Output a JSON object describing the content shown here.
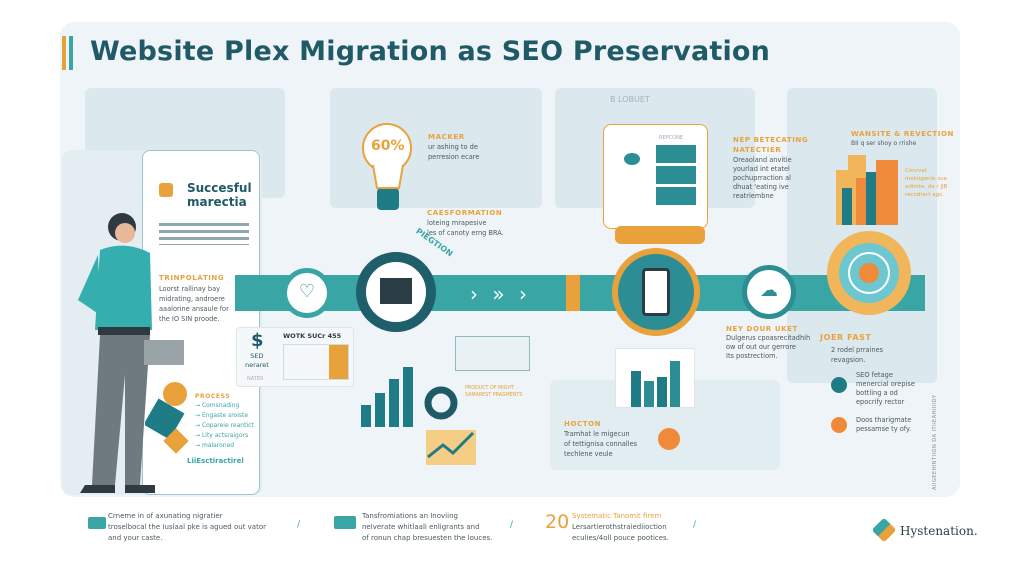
{
  "title": "Website Plex Migration as SEO Preservation",
  "colors": {
    "teal": "#3aa5a5",
    "dark_teal": "#1f5a66",
    "orange": "#e9a23b",
    "deep_orange": "#ee8a3a",
    "background": "#eef4f7"
  },
  "left_card": {
    "heading": [
      "Succesful",
      "marectia"
    ],
    "section_title": "TRINPOLATING",
    "section_text": [
      "Loorst rallinay bay",
      "midrating, androere",
      "aaalorine ansaule for",
      "the IO SIN proode."
    ],
    "process_title": "PROCESS",
    "process_items": [
      "Comsnading",
      "Engaste sroiste",
      "Copareie reantict",
      "Lity actsraigors",
      "malaroned"
    ],
    "footer": "LiiEsctiractirel"
  },
  "seo_box": {
    "icon": "dollar-icon",
    "label": [
      "SED",
      "neraret"
    ],
    "sub": "NATER",
    "title": "WOTK SUCr 455"
  },
  "bulb": {
    "value": "60%",
    "title": "MACKER",
    "text": [
      "ur ashing to de",
      "perresion ecare"
    ]
  },
  "transformation": {
    "title": "CAESFORMATION",
    "text": [
      "loteing mrapesive",
      "les of canoty erng BRA."
    ]
  },
  "curved_label": "PIEGTION",
  "center_top_label": "B LOBUET",
  "response_label": "REPCONE",
  "product_caption": [
    "PRODUCT OF MIGHT",
    "SAMAREST PRAGMENTS"
  ],
  "right_top": {
    "title": [
      "NEP BETECATING",
      "NATECTIER"
    ],
    "text": [
      "Oreaoland anvitie",
      "yourlad int etatel",
      "pochuprraction al",
      "dhuat 'eating ive",
      "reatriembne"
    ]
  },
  "right_mid": {
    "title": "NEY DOUR UKET",
    "text": [
      "Dulgerus cpoasrecitadhih",
      "ow of out our gerrore",
      "Its postrectiom."
    ]
  },
  "hocton": {
    "title": "HOCTON",
    "text": [
      "Tramhat le migecun",
      "of tettignisa connalles",
      "techlene veule"
    ]
  },
  "far_right": {
    "title": "WANSITE & REVECTION",
    "sub": "BII q ser shoy o rrishe",
    "note": [
      "Conrvat",
      "melnigenle sue",
      "adimte. de r JJB",
      "recndtert ags."
    ],
    "fast_title": "JOER FAST",
    "fast_text": [
      "2 rodel prraines",
      "revagsion."
    ],
    "items": [
      {
        "icon": "wrench-icon",
        "text": [
          "SEO fetage",
          "menercial orepise",
          "bottling a od",
          "epocrify rector"
        ]
      },
      {
        "icon": "grid-icon",
        "text": [
          "Doos tharigmate",
          "pessamse ty ofy."
        ]
      }
    ]
  },
  "bottom": [
    {
      "icon": "badge-icon",
      "lead": "",
      "text": [
        "Crneme in of axunating nigratier",
        "troselbocal the Iuslaal pke is agued out vator",
        "and your caste."
      ]
    },
    {
      "icon": "card-icon",
      "lead": "",
      "text": [
        "Tansfromiations an Inoviing",
        "nelverate whitlaali enligrants and",
        "of ronun chap bresuesten the louces."
      ]
    },
    {
      "icon": "",
      "lead": "20",
      "text": [
        "Systematic Tanomit firem",
        "Lersartierothstraiediioction",
        "eculies/4oll pouce pootices."
      ]
    }
  ],
  "brand": "Hystenation.",
  "side_vertical_text": "AIIGEEHINTIION DA ITIIEAHIIIIDY"
}
